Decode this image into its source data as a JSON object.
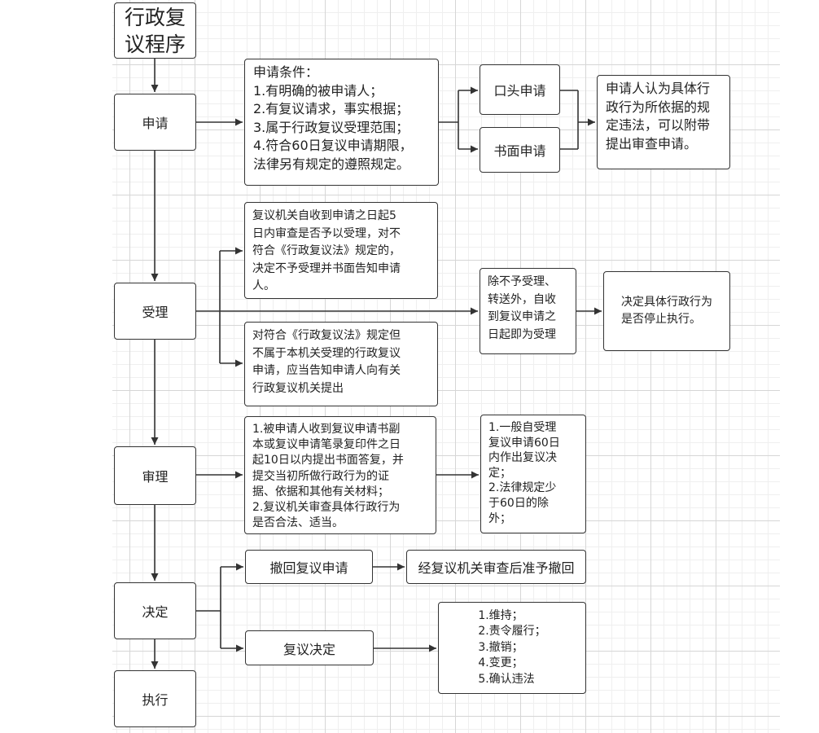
{
  "title": "行政复\n议程序",
  "steps": {
    "apply": "申请",
    "accept": "受理",
    "review": "审理",
    "decide": "决定",
    "execute": "执行"
  },
  "apply_section": {
    "conditions": "申请条件：\n1.有明确的被申请人；\n2.有复议请求，事实根据；\n3.属于行政复议受理范围；\n4.符合60日复议申请期限，\n法律另有规定的遵照规定。",
    "oral": "口头申请",
    "written": "书面申请",
    "attach_review": "申请人认为具体行\n政行为所依据的规\n定违法，可以附带\n提出审查申请。"
  },
  "accept_section": {
    "reject": "复议机关自收到申请之日起5\n日内审查是否予以受理，对不\n符合《行政复议法》规定的，\n决定不予受理并书面告知申请\n人。",
    "redirect": "对符合《行政复议法》规定但\n不属于本机关受理的行政复议\n申请，应当告知申请人向有关\n行政复议机关提出",
    "accepted": "除不予受理、\n转送外，自收\n到复议申请之\n日起即为受理",
    "suspend": "决定具体行政行为\n是否停止执行。"
  },
  "review_section": {
    "process": "1.被申请人收到复议申请书副\n本或复议申请笔录复印件之日\n起10日以内提出书面答复，并\n提交当初所做行政行为的证\n据、依据和其他有关材料；\n2.复议机关审查具体行政行为\n是否合法、适当。",
    "deadline": "1.一般自受理\n复议申请60日\n内作出复议决\n定；\n2.法律规定少\n于60日的除\n外；"
  },
  "decide_section": {
    "withdraw": "撤回复议申请",
    "withdraw_result": "经复议机关审查后准予撤回",
    "decision": "复议决定",
    "decision_types": "1.维持；\n2.责令履行；\n3.撤销；\n4.变更；\n5.确认违法"
  },
  "colors": {
    "line": "#333333",
    "grid_major": "#d6d6d6",
    "grid_minor": "#efefef"
  }
}
